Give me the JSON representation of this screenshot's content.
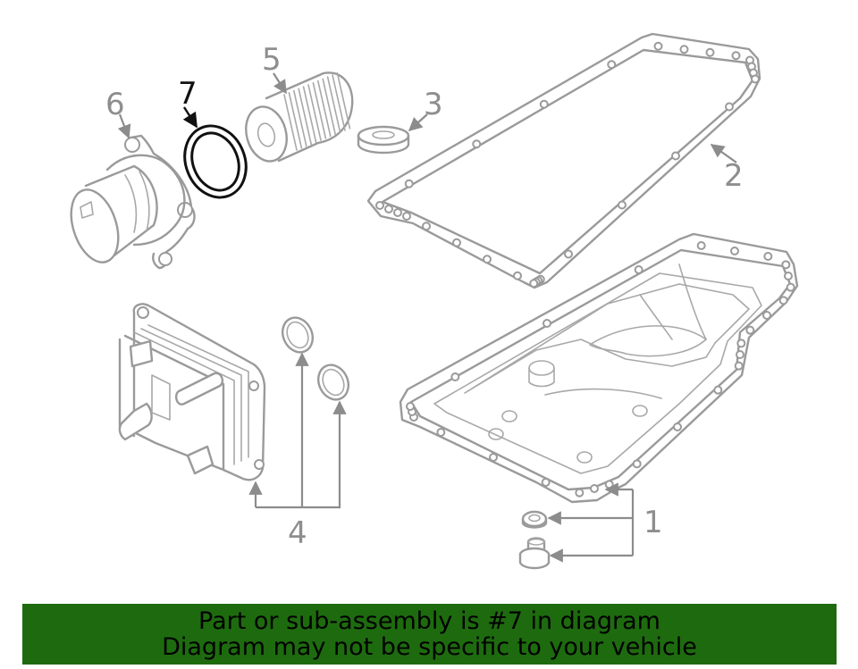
{
  "callouts": {
    "c1": "1",
    "c2": "2",
    "c3": "3",
    "c4": "4",
    "c5": "5",
    "c6": "6",
    "c7": "7"
  },
  "highlighted_part": "7",
  "banner": {
    "line1": "Part or sub-assembly is #7 in diagram",
    "line2": "Diagram may not be specific to your vehicle"
  },
  "colors": {
    "line_art": "#9a9a9a",
    "highlight": "#111111",
    "banner_bg": "#1e6b0f",
    "banner_text": "#000000"
  }
}
